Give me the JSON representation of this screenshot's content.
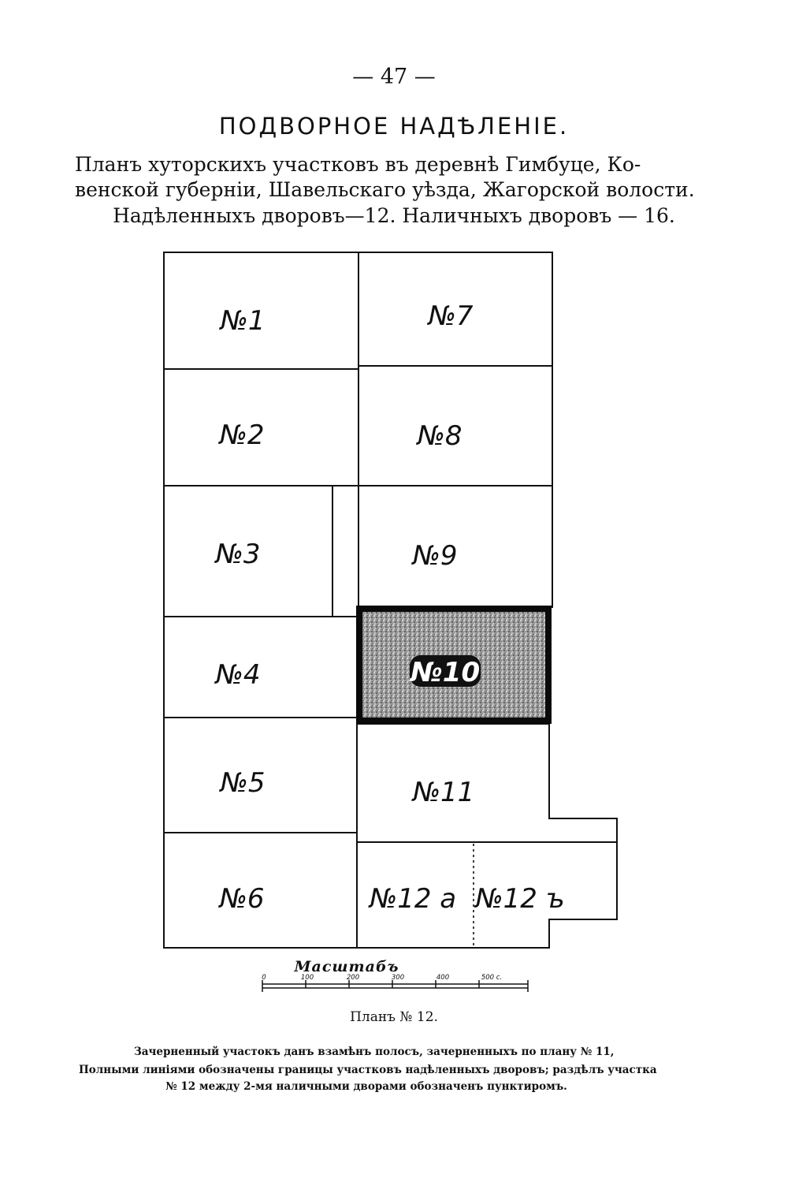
{
  "page_number": "— 47 —",
  "title": "ПОДВОРНОЕ НАДѢЛЕНІЕ.",
  "subtitle_lines": [
    "Планъ хуторскихъ участковъ въ деревнѣ Гимбуце, Ко-",
    "венской губерніи, Шавельскаго уѣзда, Жагорской волости.",
    "Надѣленныхъ дворовъ—12.  Наличныхъ дворовъ — 16."
  ],
  "plots": {
    "p1": "№1",
    "p2": "№2",
    "p3": "№3",
    "p4": "№4",
    "p5": "№5",
    "p6": "№6",
    "p7": "№7",
    "p8": "№8",
    "p9": "№9",
    "p10": "№10",
    "p11": "№11",
    "p12a": "№12 а",
    "p12b": "№12 ъ"
  },
  "scale": {
    "label": "Масштабъ",
    "ticks": [
      "0",
      "100",
      "200",
      "300",
      "400",
      "500 с."
    ]
  },
  "plan_label": "Планъ № 12.",
  "notes": [
    "Зачерненный участокъ данъ взамѣнъ полосъ, зачерненныхъ по плану № 11,",
    "Полными линіями обозначены границы участковъ надѣленныхъ дворовъ; раздѣлъ участка",
    "№ 12 между 2-мя наличными дворами обозначенъ пунктиромъ."
  ],
  "colors": {
    "ink": "#111111",
    "shaded_plot": "#8a8a8a",
    "paper": "#ffffff"
  }
}
